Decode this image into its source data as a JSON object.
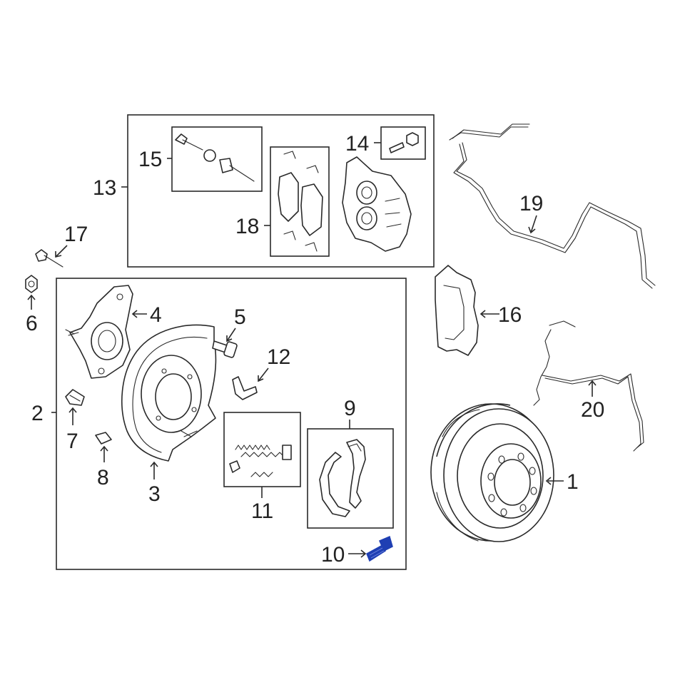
{
  "colors": {
    "line": "#2a2a2a",
    "highlight_part": "#1f3fb3",
    "background": "#ffffff"
  },
  "callouts": {
    "c1": "1",
    "c2": "2",
    "c3": "3",
    "c4": "4",
    "c5": "5",
    "c6": "6",
    "c7": "7",
    "c8": "8",
    "c9": "9",
    "c10": "10",
    "c11": "11",
    "c12": "12",
    "c13": "13",
    "c14": "14",
    "c15": "15",
    "c16": "16",
    "c17": "17",
    "c18": "18",
    "c19": "19",
    "c20": "20"
  },
  "parts": {
    "rotor": "rotor",
    "backing_plate_group": "backing-plate-group",
    "backing_plate": "backing-plate",
    "knuckle": "knuckle",
    "bolt": "bolt",
    "nut": "nut",
    "clip": "clip",
    "shim": "shim",
    "parking_shoes": "parking-brake-shoes",
    "wheel_stud": "wheel-stud",
    "hardware_kit": "spring-hardware-kit",
    "bracket": "bracket",
    "caliper_group": "caliper-group",
    "bleeder_kit": "bleeder-kit",
    "guide_pin_kit": "guide-pin-kit",
    "splash_shield": "splash-shield",
    "mount_bolt": "mounting-bolt",
    "brake_pads": "brake-pads",
    "abs_sensor_harness": "abs-sensor-harness",
    "wear_sensor": "wear-sensor"
  }
}
